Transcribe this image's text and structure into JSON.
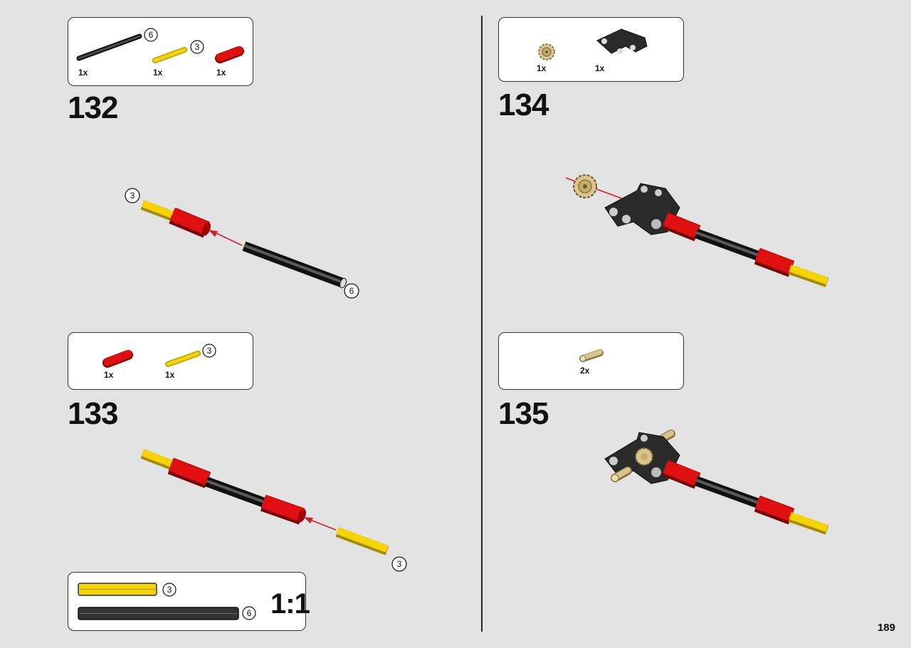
{
  "page_number": "189",
  "steps": [
    {
      "number": "132",
      "parts": [
        {
          "name": "axle-black",
          "length": "6",
          "qty": "1x"
        },
        {
          "name": "axle-yellow",
          "length": "3",
          "qty": "1x"
        },
        {
          "name": "axle-connector-red",
          "qty": "1x"
        }
      ],
      "callouts": [
        "3",
        "6"
      ]
    },
    {
      "number": "133",
      "parts": [
        {
          "name": "axle-connector-red",
          "qty": "1x"
        },
        {
          "name": "axle-yellow",
          "length": "3",
          "qty": "1x"
        }
      ],
      "callouts": [
        "3"
      ]
    },
    {
      "number": "134",
      "parts": [
        {
          "name": "gear-tan",
          "qty": "1x"
        },
        {
          "name": "beam-bent-black",
          "qty": "1x"
        }
      ]
    },
    {
      "number": "135",
      "parts": [
        {
          "name": "pin-tan",
          "qty": "2x"
        }
      ]
    }
  ],
  "scale_ref": {
    "label": "1:1",
    "items": [
      {
        "name": "axle-yellow",
        "length": "3"
      },
      {
        "name": "axle-black",
        "length": "6"
      }
    ]
  },
  "colors": {
    "red": "#e01010",
    "yellow": "#f5d400",
    "black": "#2a2a2a",
    "tan": "#d9c38f",
    "arrow": "#d0202a",
    "background": "#e3e3e3"
  }
}
